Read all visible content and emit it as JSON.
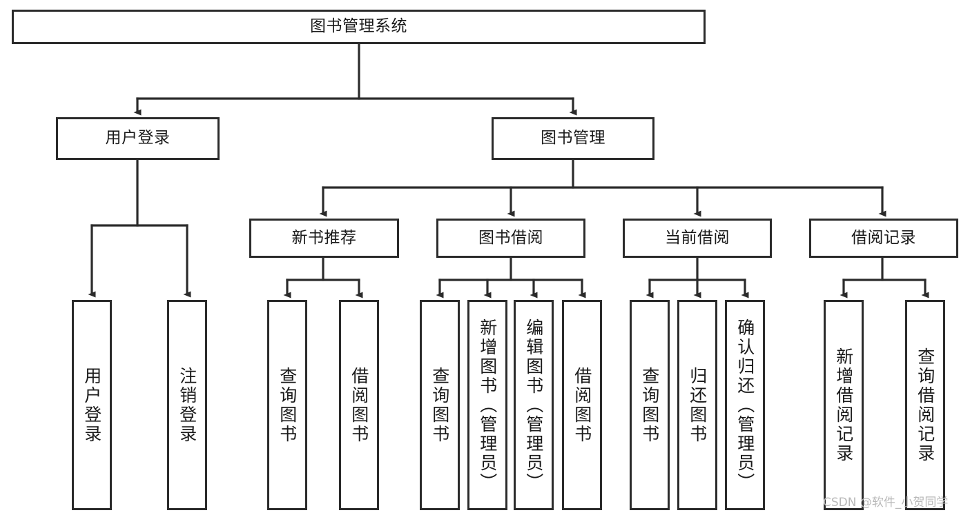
{
  "diagram": {
    "type": "tree-hierarchy-chart",
    "title": "图书管理系统",
    "watermark": "CSDN @软件_小贺同学",
    "colors": {
      "box_border": "#2b2b2b",
      "box_fill": "#ffffff",
      "edge": "#2b2b2b",
      "text": "#1a1a1a",
      "watermark": "#b9b9b9",
      "background": "#ffffff"
    }
  },
  "nodes": {
    "root": {
      "label": "图书管理系统"
    },
    "level2": [
      {
        "id": "user-login",
        "label": "用户登录"
      },
      {
        "id": "book-management",
        "label": "图书管理"
      }
    ],
    "level3": [
      {
        "id": "new-book-recommend",
        "label": "新书推荐"
      },
      {
        "id": "book-borrow",
        "label": "图书借阅"
      },
      {
        "id": "current-borrow",
        "label": "当前借阅"
      },
      {
        "id": "borrow-record",
        "label": "借阅记录"
      }
    ],
    "leaves": [
      {
        "id": "leaf-user-login",
        "label": "用户登录",
        "parent": "user-login"
      },
      {
        "id": "leaf-user-logout",
        "label": "注销登录",
        "parent": "user-login"
      },
      {
        "id": "leaf-query-book-1",
        "label": "查询图书",
        "parent": "new-book-recommend"
      },
      {
        "id": "leaf-borrow-book-1",
        "label": "借阅图书",
        "parent": "new-book-recommend"
      },
      {
        "id": "leaf-query-book-2",
        "label": "查询图书",
        "parent": "book-borrow"
      },
      {
        "id": "leaf-add-book",
        "label": "新增图书（管理员）",
        "parent": "book-borrow"
      },
      {
        "id": "leaf-edit-book",
        "label": "编辑图书（管理员）",
        "parent": "book-borrow"
      },
      {
        "id": "leaf-borrow-book-2",
        "label": "借阅图书",
        "parent": "book-borrow"
      },
      {
        "id": "leaf-query-book-3",
        "label": "查询图书",
        "parent": "current-borrow"
      },
      {
        "id": "leaf-return-book",
        "label": "归还图书",
        "parent": "current-borrow"
      },
      {
        "id": "leaf-confirm-return",
        "label": "确认归还（管理员）",
        "parent": "current-borrow"
      },
      {
        "id": "leaf-add-record",
        "label": "新增借阅记录",
        "parent": "borrow-record"
      },
      {
        "id": "leaf-query-record",
        "label": "查询借阅记录",
        "parent": "borrow-record"
      }
    ]
  }
}
